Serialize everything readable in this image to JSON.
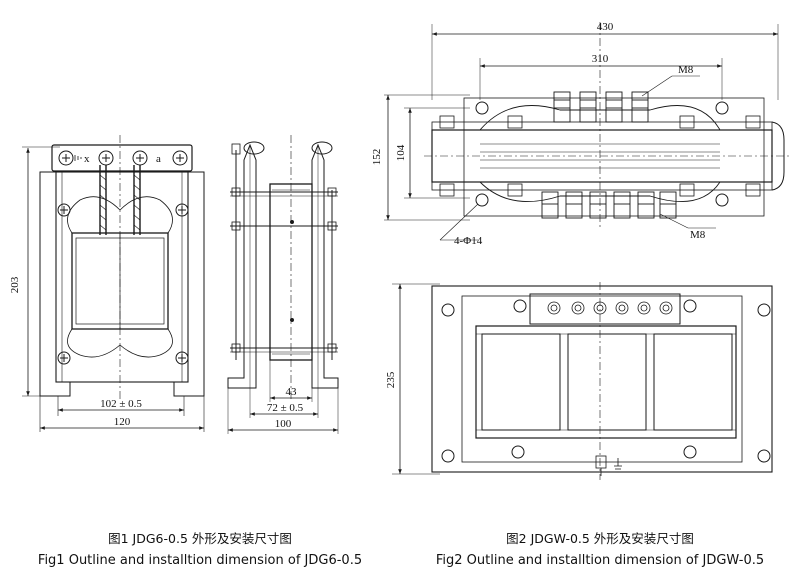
{
  "fig1": {
    "caption_zh": "图1 JDG6-0.5 外形及安装尺寸图",
    "caption_en": "Fig1 Outline and installtion dimension of JDG6-0.5",
    "terminal_labels": {
      "x": "x",
      "a": "a"
    },
    "dimensions": {
      "height": "203",
      "mount_width": "102 ± 0.5",
      "total_width": "120",
      "side_inner": "43",
      "side_mount": "72 ± 0.5",
      "side_total": "100"
    }
  },
  "fig2": {
    "caption_zh": "图2 JDGW-0.5 外形及安装尺寸图",
    "caption_en": "Fig2 Outline and installtion dimension of JDGW-0.5",
    "dimensions": {
      "total_width": "430",
      "mount_width": "310",
      "height": "152",
      "mount_height": "104",
      "depth": "235",
      "holes": "4-Φ14",
      "bolt_top": "M8",
      "bolt_bottom": "M8"
    }
  }
}
